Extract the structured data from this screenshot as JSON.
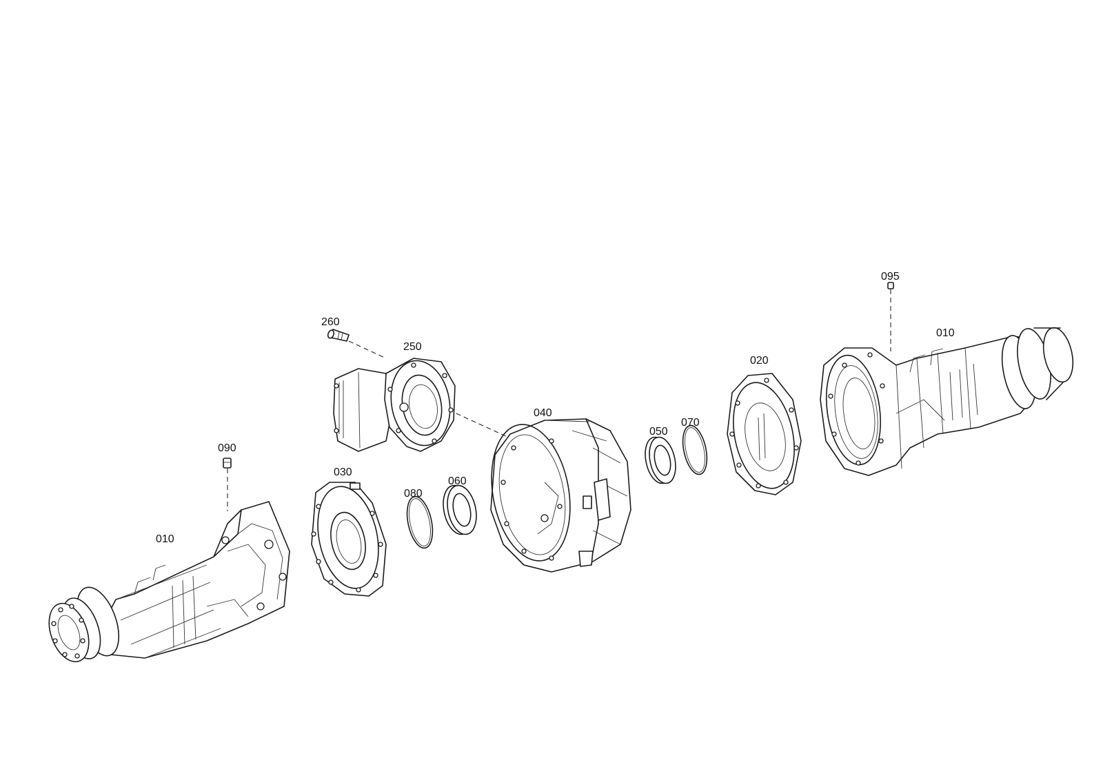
{
  "diagram": {
    "callouts": {
      "axle_housing_left": "010",
      "axle_housing_right": "010",
      "cover_right": "020",
      "cover_left": "030",
      "center_housing": "040",
      "shaft_seal_right": "050",
      "shaft_seal_left": "060",
      "o_ring_right": "070",
      "o_ring_left": "080",
      "plug_left": "090",
      "plug_right": "095",
      "bearing_housing": "250",
      "screw": "260"
    },
    "line_color": "#1a1a1a",
    "background_color": "#ffffff"
  }
}
